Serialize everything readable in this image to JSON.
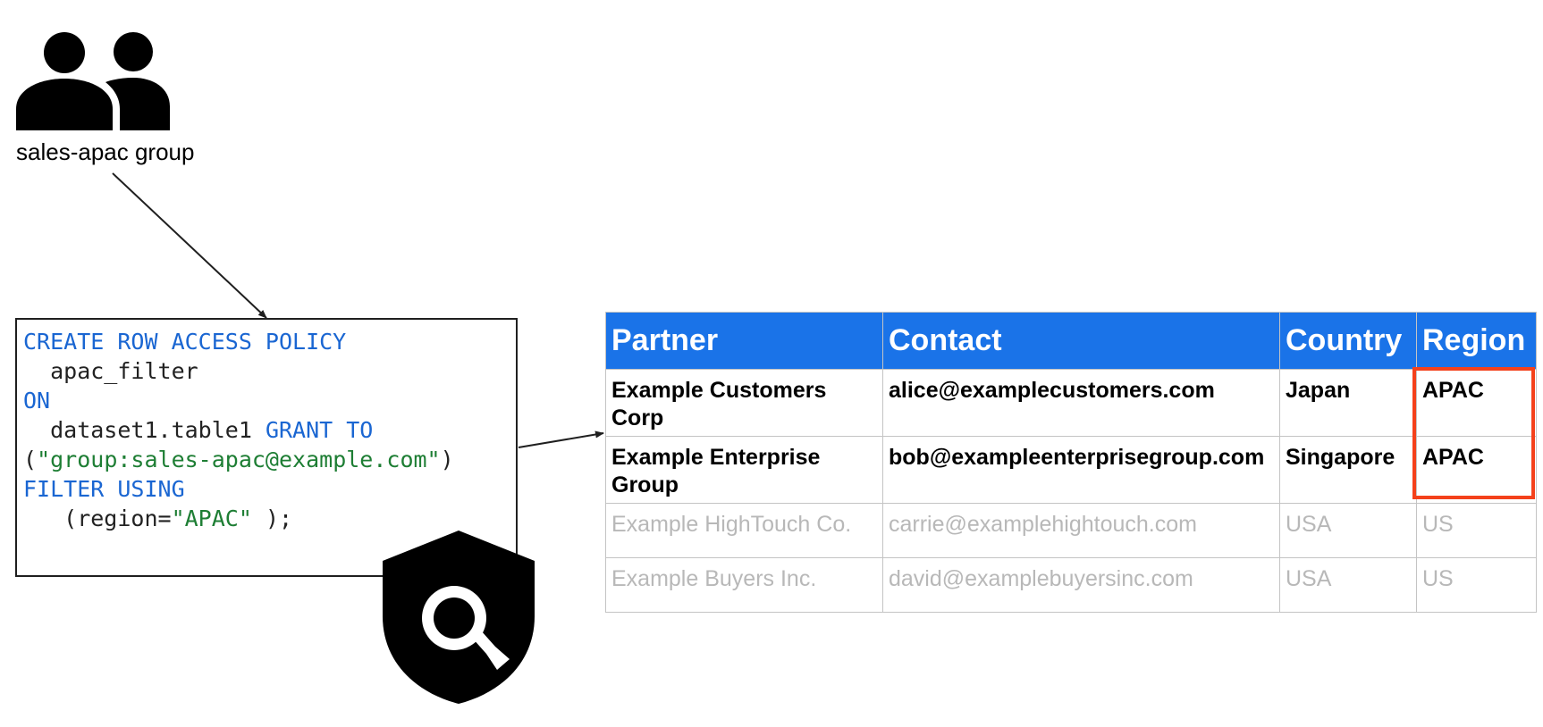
{
  "group": {
    "icon": "people-group-icon",
    "label": "sales-apac group"
  },
  "policy": {
    "icon": "shield-search-icon",
    "tokens": {
      "create": "CREATE ROW ACCESS POLICY",
      "policy_name": "  apac_filter",
      "on": "ON",
      "table": "  dataset1.table1 ",
      "grant_to": "GRANT TO",
      "paren_open": "(",
      "grantee": "\"group:sales-apac@example.com\"",
      "paren_close": ")",
      "filter_using": "FILTER USING",
      "cond_open": "   (region=",
      "cond_value": "\"APAC\"",
      "cond_close": " );"
    }
  },
  "table": {
    "columns": [
      "Partner",
      "Contact",
      "Country",
      "Region"
    ],
    "rows": [
      {
        "partner": "Example Customers Corp",
        "contact": "alice@examplecustomers.com",
        "country": "Japan",
        "region": "APAC",
        "visible": true
      },
      {
        "partner": "Example Enterprise Group",
        "contact": "bob@exampleenterprisegroup.com",
        "country": "Singapore",
        "region": "APAC",
        "visible": true
      },
      {
        "partner": "Example HighTouch Co.",
        "contact": "carrie@examplehightouch.com",
        "country": "USA",
        "region": "US",
        "visible": false
      },
      {
        "partner": "Example Buyers Inc.",
        "contact": "david@examplebuyersinc.com",
        "country": "USA",
        "region": "US",
        "visible": false
      }
    ]
  },
  "colors": {
    "keyword": "#1a66d2",
    "string": "#1e7e34",
    "header_bg": "#1a73e8",
    "highlight": "#f4411b",
    "filtered_text": "#b8b8b8"
  }
}
